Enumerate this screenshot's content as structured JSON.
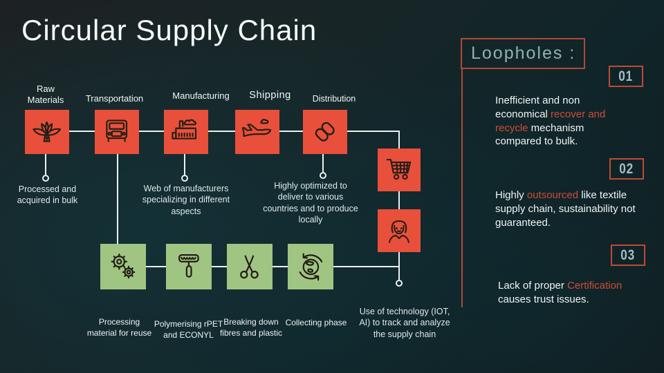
{
  "title": "Circular Supply Chain",
  "colors": {
    "stage_red": "#e8503b",
    "recycle_green": "#a0c583",
    "accent_red_border": "#b04a38",
    "highlight_red": "#d04b38",
    "panel_title_teal": "#8fb3b1",
    "number_steel": "#a6bdc8",
    "connector_white": "#edf2f2"
  },
  "diagram": {
    "stages": [
      {
        "label": "Raw Materials",
        "icon": "lotus-icon",
        "description": "Processed and acquired in bulk"
      },
      {
        "label": "Transportation",
        "icon": "truck-icon",
        "description": ""
      },
      {
        "label": "Manufacturing",
        "icon": "factory-icon",
        "description": "Web of manufacturers specializing in different aspects"
      },
      {
        "label": "Shipping",
        "icon": "plane-icon",
        "description": ""
      },
      {
        "label": "Distribution",
        "icon": "chain-icon",
        "description": "Highly optimized to deliver to various countries and to produce locally"
      }
    ],
    "consumer_nodes": [
      {
        "icon": "cart-icon"
      },
      {
        "icon": "person-icon"
      }
    ],
    "technology_note": "Use of technology (IOT, AI) to track and analyze the supply chain",
    "recycle_stages": [
      {
        "label": "Processing material for reuse",
        "icon": "gears-icon"
      },
      {
        "label": "Polymerising rPET and ECONYL",
        "icon": "paint-roller-icon"
      },
      {
        "label": "Breaking down fibres and plastic",
        "icon": "scissors-icon"
      },
      {
        "label": "Collecting phase",
        "icon": "globe-recycle-icon"
      }
    ]
  },
  "loopholes": {
    "title": "Loopholes :",
    "items": [
      {
        "number": "01",
        "runs": [
          {
            "text": "Inefficient and non economical ",
            "highlight": false
          },
          {
            "text": "recover and recycle",
            "highlight": true
          },
          {
            "text": " mechanism compared to bulk.",
            "highlight": false
          }
        ]
      },
      {
        "number": "02",
        "runs": [
          {
            "text": "Highly ",
            "highlight": false
          },
          {
            "text": "outsourced",
            "highlight": true
          },
          {
            "text": " like textile supply chain, sustainability not guaranteed.",
            "highlight": false
          }
        ]
      },
      {
        "number": "03",
        "runs": [
          {
            "text": "Lack of proper ",
            "highlight": false
          },
          {
            "text": "Certification",
            "highlight": true
          },
          {
            "text": " causes trust issues.",
            "highlight": false
          }
        ]
      }
    ]
  }
}
